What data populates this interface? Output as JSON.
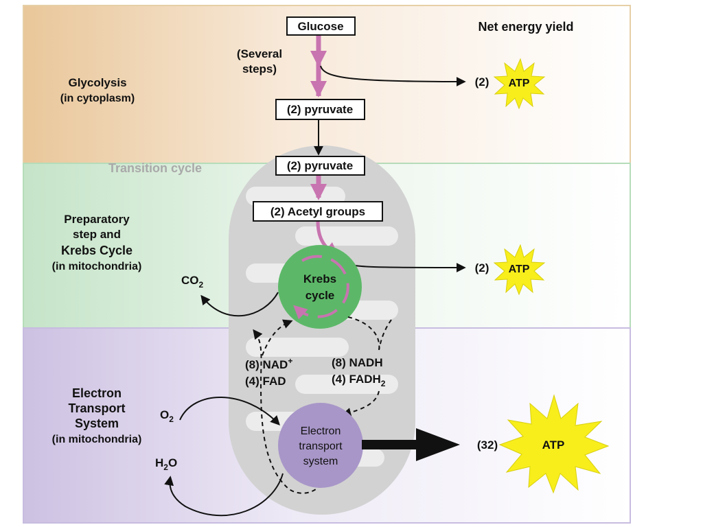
{
  "stages": {
    "glycolysis": {
      "title": "Glycolysis",
      "location": "(in cytoplasm)"
    },
    "transition": {
      "title": "Transition cycle"
    },
    "krebs": {
      "line1": "Preparatory",
      "line2": "step and",
      "title": "Krebs Cycle",
      "location": "(in mitochondria)"
    },
    "ets": {
      "line1": "Electron",
      "line2": "Transport",
      "line3": "System",
      "location": "(in mitochondria)"
    }
  },
  "header": {
    "net_yield": "Net energy yield"
  },
  "boxes": {
    "glucose": "Glucose",
    "pyruvate_1": "(2) pyruvate",
    "pyruvate_2": "(2) pyruvate",
    "acetyl": "(2) Acetyl groups"
  },
  "notes": {
    "several_1": "(Several",
    "several_2": "steps)"
  },
  "krebs_circle": {
    "line1": "Krebs",
    "line2": "cycle"
  },
  "ets_circle": {
    "line1": "Electron",
    "line2": "transport",
    "line3": "system"
  },
  "molecules": {
    "co2": "CO",
    "co2_sub": "2",
    "o2": "O",
    "o2_sub": "2",
    "h2o_h": "H",
    "h2o_sub": "2",
    "h2o_o": "O",
    "nad": "(8) NAD",
    "nad_sup": "+",
    "fad": "(4) FAD",
    "nadh": "(8) NADH",
    "fadh": "(4) FADH",
    "fadh_sub": "2"
  },
  "yields": [
    {
      "count": "(2)",
      "label": "ATP"
    },
    {
      "count": "(2)",
      "label": "ATP"
    },
    {
      "count": "(32)",
      "label": "ATP"
    }
  ],
  "colors": {
    "glycolysis_band": "#f1d8b3",
    "krebs_band": "#d6ecd8",
    "ets_band": "#dcd3ea",
    "mito": "#d2d2d2",
    "pathway": "#c874b0",
    "krebs_circle": "#5cb868",
    "ets_circle": "#a896c8",
    "atp_star": "#f7ee1c"
  }
}
